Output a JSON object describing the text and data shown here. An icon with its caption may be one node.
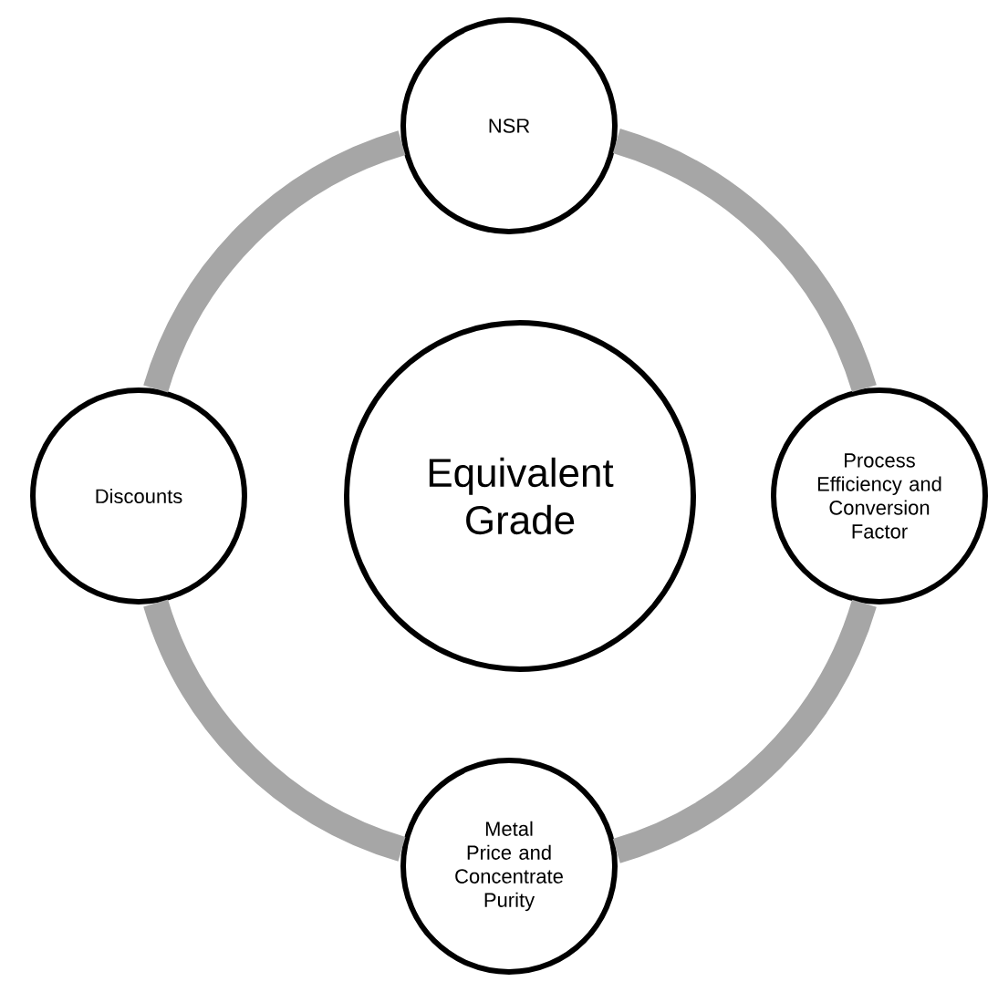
{
  "diagram": {
    "nodes": [
      {
        "text": [
          "NSR"
        ]
      },
      {
        "text": [
          "Discounts"
        ]
      },
      {
        "text": [
          "Equivalent Grade"
        ]
      },
      {
        "text": [
          "Process Efficiency and Conversion Factor"
        ]
      },
      {
        "text": [
          "Metal Price and Concentrate Purity"
        ]
      }
    ],
    "edges": [
      {
        "from": 0,
        "to": 3,
        "arrow": "none"
      },
      {
        "from": 3,
        "to": 4,
        "arrow": "none"
      },
      {
        "from": 4,
        "to": 1,
        "arrow": "none"
      },
      {
        "from": 1,
        "to": 0,
        "arrow": "none"
      }
    ]
  }
}
